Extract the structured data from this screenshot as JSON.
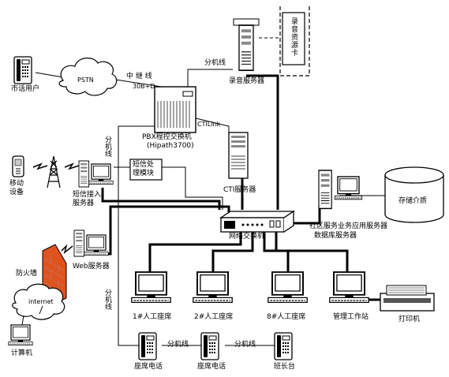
{
  "nodes": {
    "city_user": "市话用户",
    "pstn": "PSTN",
    "trunk": "中 继 线",
    "trunk_spec": "30B+D",
    "pbx_line1": "PBX程控交换机",
    "pbx_line2": "(Hipath3700)",
    "ctilink": "CTILink",
    "recording_server": "录音服务器",
    "recording_card": "录音资源卡",
    "cti_server": "CTI服务器",
    "mobile_device": "移动\n设备",
    "sms_gateway_line1": "短信接入",
    "sms_gateway_line2": "服务器",
    "sms_module": "短信处\n理模块",
    "storage": "存储介质",
    "community_server": "社区服务业务应用服务器",
    "db_server": "数据库服务器",
    "switch": "网络交换机",
    "firewall": "防火墙",
    "web_server": "Web服务器",
    "internet": "internet",
    "computer": "计算机",
    "agent1": "1#人工座席",
    "agent2": "2#人工座席",
    "agent8": "8#人工座席",
    "mgmt_station": "管理工作站",
    "printer": "打印机",
    "seat_phone1": "座席电话",
    "seat_phone2": "座席电话",
    "team_lead": "班长台",
    "ext_line": "分机线"
  }
}
